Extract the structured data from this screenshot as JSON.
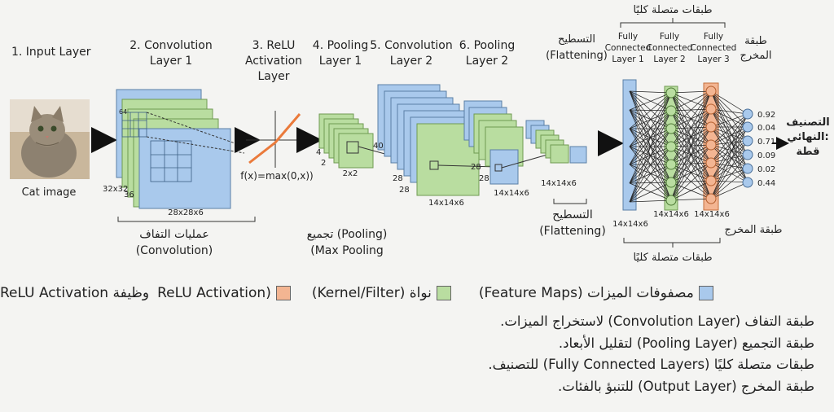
{
  "top": {
    "input_layer": "1. Input Layer",
    "conv1_line1": "2. Convolution",
    "conv1_line2": "Layer 1",
    "relu_line1": "3. ReLU",
    "relu_line2": "Activation",
    "relu_line3": "Layer",
    "pool1_line1": "4. Pooling",
    "pool1_line2": "Layer 1",
    "conv2_line1": "5. Convolution",
    "conv2_line2": "Layer 2",
    "pool2_line1": "6. Pooling",
    "pool2_line2": "Layer 2",
    "flatten_ar": "التسطيح",
    "flatten_en": "(Flattening)",
    "fc_group_ar": "طبقات متصلة كليًا",
    "fc1": [
      "Fully",
      "Connected",
      "Layer 1"
    ],
    "fc2": [
      "Fully",
      "Connected",
      "Layer 2"
    ],
    "fc3": [
      "Fully",
      "Connected",
      "Layer 3"
    ],
    "output_ar_1": "طبقة",
    "output_ar_2": "المخرج"
  },
  "diagram": {
    "cat_caption": "Cat image",
    "conv_dim_small": "32x32",
    "conv_dim_36": "36",
    "conv_dim_64": "64",
    "conv_out_dim": "28x28x6",
    "relu_formula": "f(x)=max(0,x))",
    "pool_dim_4": "4",
    "pool_dim_2": "2",
    "pool_kernel": "2x2",
    "conv2_40": "40",
    "conv2_28a": "28",
    "conv2_28b": "28",
    "conv2_out": "14x14x6",
    "pool2_28a": "28",
    "pool2_28b": "28",
    "pool2_out": "14x14x6",
    "flat_dim": "14x14x6",
    "fc_dim1": "14x14x6",
    "fc_dim2": "14x14x6",
    "fc_dim3": "14x14x6",
    "probs": [
      "0.92",
      "0.04",
      "0.71",
      "0.09",
      "0.02",
      "0.44"
    ],
    "final_ar_1": "التصنيف",
    "final_ar_2": "النهائي:",
    "final_ar_3": "قطة"
  },
  "bottom_labels": {
    "conv_ar": "عمليات التفاف",
    "conv_en": "(Convolution)",
    "pool_ar": "تجميع (Pooling)",
    "pool_en": "(Max Pooling",
    "flat_ar": "التسطيح",
    "flat_en": "(Flattening)",
    "output_ar": "طبقة المخرج",
    "fc_ar": "طبقات متصلة كليًا"
  },
  "legend": {
    "feature_maps": "مصفوفات الميزات (Feature Maps)",
    "kernel": "نواة (Kernel/Filter)",
    "relu": "(ReLU Activation",
    "relu_func": "وظيفة ReLU Activation"
  },
  "notes": [
    "طبقة التفاف (Convolution Layer) لاستخراج الميزات.",
    "طبقة التجميع (Pooling Layer) لتقليل الأبعاد.",
    "طبقات متصلة كليًا (Fully Connected Layers) للتصنيف.",
    "طبقة المخرج (Output Layer) للتنبؤ بالفئات."
  ],
  "colors": {
    "blue": "#a9c9ec",
    "green": "#b9dda0",
    "orange": "#f3b592"
  }
}
